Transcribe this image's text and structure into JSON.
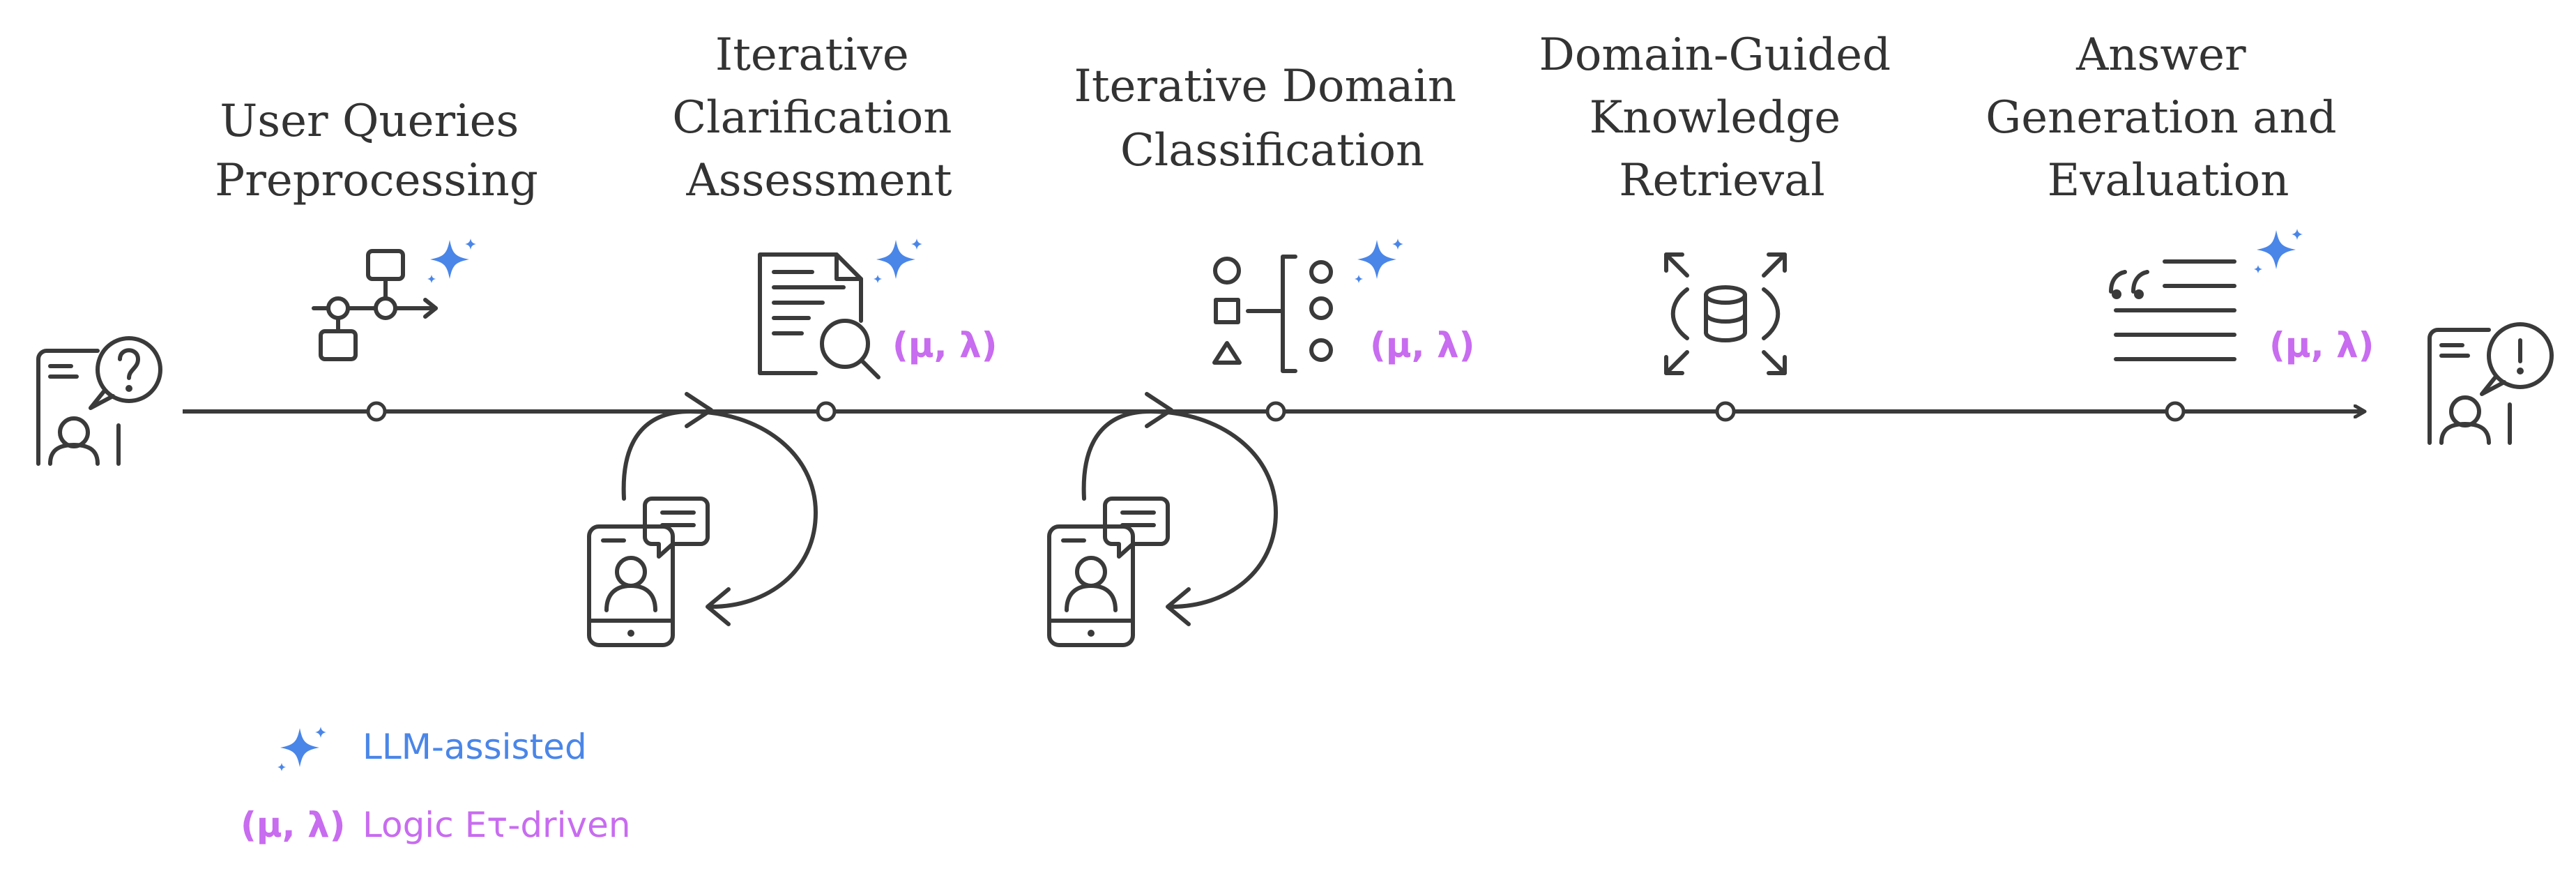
{
  "colors": {
    "line": "#3a3a3a",
    "llm": "#4a86e8",
    "logic": "#c86cf0"
  },
  "stages": [
    {
      "title_lines": [
        "User Queries",
        "Preprocessing"
      ],
      "icon": "flowchart-icon",
      "llm_assisted": true,
      "logic_driven": false
    },
    {
      "title_lines": [
        "Iterative",
        "Clarification",
        "Assessment"
      ],
      "icon": "document-search-icon",
      "llm_assisted": true,
      "logic_driven": true
    },
    {
      "title_lines": [
        "Iterative Domain",
        "Classification"
      ],
      "icon": "shapes-classification-icon",
      "llm_assisted": true,
      "logic_driven": true
    },
    {
      "title_lines": [
        "Domain-Guided",
        "Knowledge",
        "Retrieval"
      ],
      "icon": "database-expand-icon",
      "llm_assisted": false,
      "logic_driven": false
    },
    {
      "title_lines": [
        "Answer",
        "Generation and",
        "Evaluation"
      ],
      "icon": "quote-text-icon",
      "llm_assisted": true,
      "logic_driven": true
    }
  ],
  "start_icon": "user-question-icon",
  "end_icon": "user-answer-icon",
  "loop_icon": "user-chat-phone-icon",
  "logic_marker": "(μ, λ)",
  "legend": {
    "llm_label": "LLM-assisted",
    "llm_icon": "sparkle-icon",
    "logic_symbol": "(μ, λ)",
    "logic_label": "Logic Eτ-driven"
  }
}
